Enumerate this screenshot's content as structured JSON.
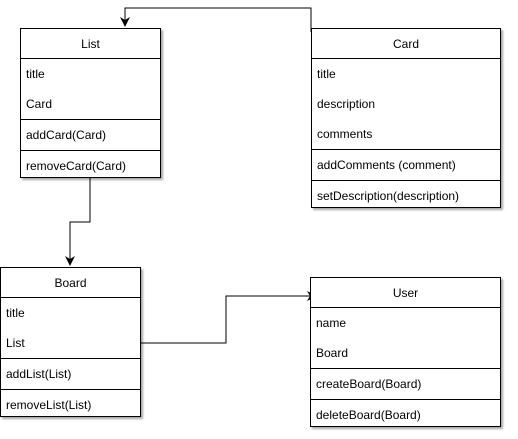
{
  "classes": {
    "list": {
      "name": "List",
      "attributes": [
        "title",
        "Card"
      ],
      "methods": [
        "addCard(Card)",
        "removeCard(Card)"
      ]
    },
    "card": {
      "name": "Card",
      "attributes": [
        "title",
        "description",
        "comments"
      ],
      "methods": [
        "addComments (comment)",
        "setDescription(description)"
      ]
    },
    "board": {
      "name": "Board",
      "attributes": [
        "title",
        "List"
      ],
      "methods": [
        "addList(List)",
        "removeList(List)"
      ]
    },
    "user": {
      "name": "User",
      "attributes": [
        "name",
        "Board"
      ],
      "methods": [
        "createBoard(Board)",
        "deleteBoard(Board)"
      ]
    }
  }
}
